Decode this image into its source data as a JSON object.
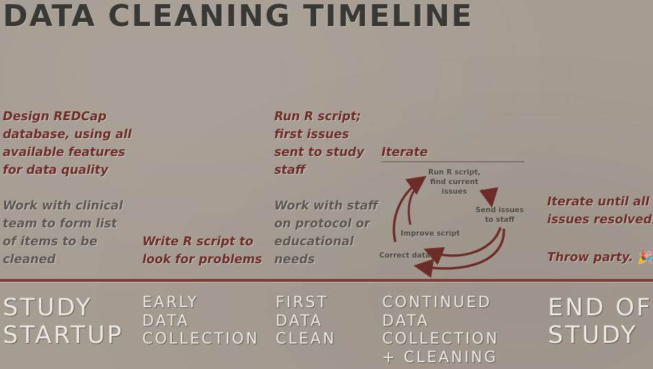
{
  "title": "DATA CLEANING TIMELINE",
  "columns": {
    "startup": {
      "red_lines": [
        "Design REDCap",
        "database, using all",
        "available features",
        "for data quality"
      ],
      "gray_lines": [
        "Work with clinical",
        "team to form list",
        "of items to be",
        "cleaned"
      ]
    },
    "early": {
      "red_lines": [
        "Write R script to",
        "look for problems"
      ]
    },
    "first_clean": {
      "red_lines": [
        "Run R script;",
        "first issues",
        "sent to study",
        "staff"
      ],
      "gray_lines": [
        "Work with staff",
        "on protocol or",
        "educational",
        "needs"
      ]
    },
    "continued": {
      "iterate_label": "Iterate",
      "cycle": {
        "step1": [
          "Run R script,",
          "find current",
          "issues"
        ],
        "step2": [
          "Send issues",
          "to staff"
        ],
        "step3": "Improve script",
        "step4": "Correct data"
      }
    },
    "end": {
      "red_lines": [
        "Iterate until all",
        "issues resolved."
      ],
      "party_text": "Throw party.",
      "party_icon": "🎉"
    }
  },
  "phases": [
    {
      "lines": [
        "STUDY",
        "STARTUP"
      ]
    },
    {
      "lines": [
        "EARLY",
        "DATA",
        "COLLECTION"
      ]
    },
    {
      "lines": [
        "FIRST",
        "DATA",
        "CLEAN"
      ]
    },
    {
      "lines": [
        "CONTINUED",
        "DATA",
        "COLLECTION",
        "+ CLEANING"
      ]
    },
    {
      "lines": [
        "END OF",
        "STUDY"
      ]
    }
  ],
  "colors": {
    "background": "#a59c92",
    "accent_red": "#6e2c28",
    "divider": "#7a3a34",
    "phase_text": "#ece8e2"
  }
}
